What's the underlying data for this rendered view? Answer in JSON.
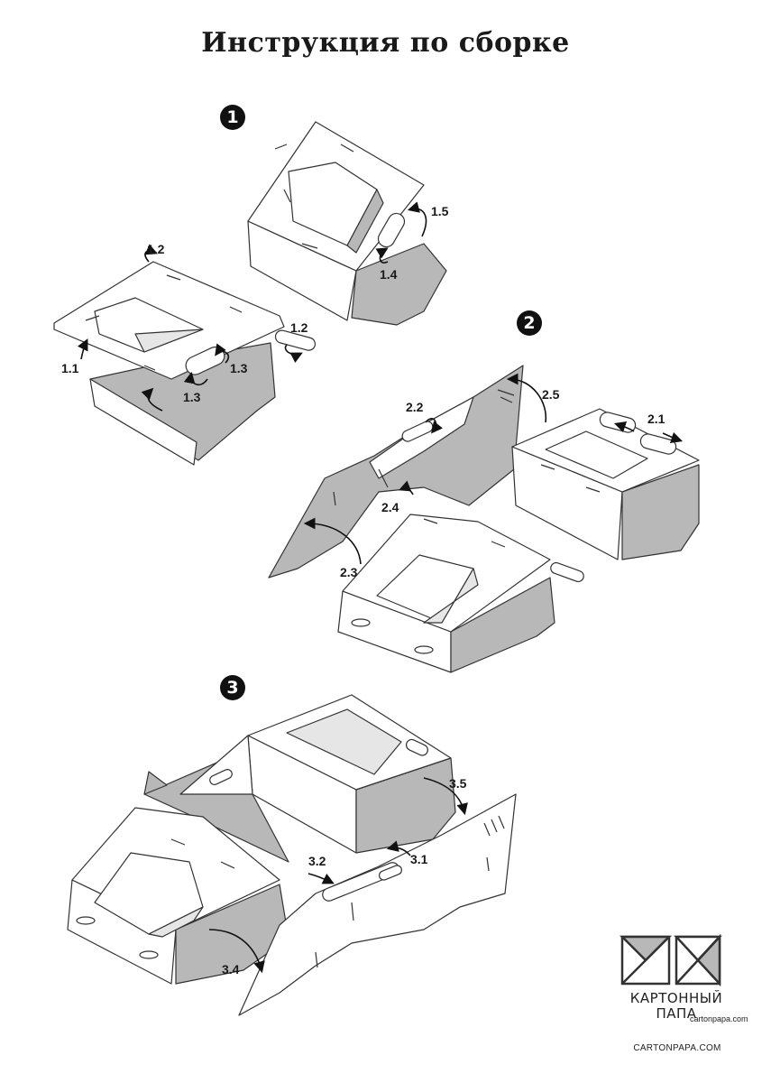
{
  "document": {
    "title": "Инструкция по сборке"
  },
  "steps": [
    {
      "number": "1",
      "labels": [
        "1.1",
        "1.2",
        "1.2",
        "1.3",
        "1.3",
        "1.4",
        "1.5"
      ]
    },
    {
      "number": "2",
      "labels": [
        "2.1",
        "2.2",
        "2.3",
        "2.4",
        "2.5"
      ]
    },
    {
      "number": "3",
      "labels": [
        "3.1",
        "3.2",
        "3.4",
        "3.5"
      ]
    }
  ],
  "brand": {
    "name_line1": "КАРТОННЫЙ",
    "name_line2": "ПАПА",
    "url_small": "cartonpapa.com",
    "url": "CARTONPAPA.COM"
  },
  "colors": {
    "fold_grey": "#b8b8b8",
    "panel_white": "#ffffff",
    "window_light": "#e6e6e6",
    "line": "#333333"
  }
}
